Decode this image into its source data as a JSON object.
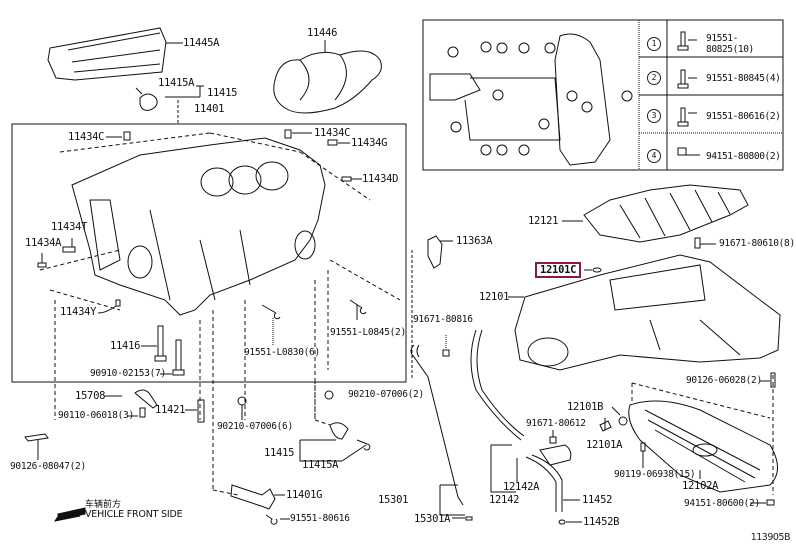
{
  "diagram": {
    "type": "exploded-parts-diagram",
    "subject": "Engine block and oil pan assembly",
    "highlight_color": "#8b1a3a",
    "highlighted_part": "12101C",
    "illustration_code": "113905B",
    "front_indicator": {
      "chinese": "车辆前方",
      "english": "VEHICLE FRONT SIDE",
      "icon": "arrow-left-icon"
    },
    "labels": {
      "p11445A": "11445A",
      "p11446": "11446",
      "p11415A_top": "11415A",
      "p11415_top": "11415",
      "p11401": "11401",
      "p11434C_left": "11434C",
      "p11434C_right": "11434C",
      "p11434G": "11434G",
      "p11434D": "11434D",
      "p11434T": "11434T",
      "p11434A": "11434A",
      "p11434Y": "11434Y",
      "p11416": "11416",
      "p90910": "90910-02153(7)",
      "p91551_L0830": "91551-L0830(6)",
      "p91551_L0845": "91551-L0845(2)",
      "p15708": "15708",
      "p90110": "90110-06018(3)",
      "p11421": "11421",
      "p90126_08047": "90126-08047(2)",
      "p90210_6": "90210-07006(6)",
      "p90210_2": "90210-07006(2)",
      "p11415_bot": "11415",
      "p11415A_bot": "11415A",
      "p11401G": "11401G",
      "p91551_80616": "91551-80616",
      "p12121": "12121",
      "p91671_80610": "91671-80610(8)",
      "p11363A": "11363A",
      "p12101C": "12101C",
      "p12101": "12101",
      "p91671_80816": "91671-80816",
      "p90126_06028": "90126-06028(2)",
      "p12101B": "12101B",
      "p91671_80612": "91671-80612",
      "p12101A": "12101A",
      "p90119": "90119-06938(15)",
      "p12102A": "12102A",
      "p12142A": "12142A",
      "p12142": "12142",
      "p11452": "11452",
      "p11452B": "11452B",
      "p15301": "15301",
      "p15301A": "15301A",
      "p94151_80600": "94151-80600(2)"
    },
    "bolt_legend": [
      {
        "key": "1",
        "part": "91551-80825(10)",
        "icon": "bolt-icon"
      },
      {
        "key": "2",
        "part": "91551-80845(4)",
        "icon": "bolt-icon"
      },
      {
        "key": "3",
        "part": "91551-80616(2)",
        "icon": "bolt-icon"
      },
      {
        "key": "4",
        "part": "94151-80800(2)",
        "icon": "nut-icon"
      }
    ]
  }
}
